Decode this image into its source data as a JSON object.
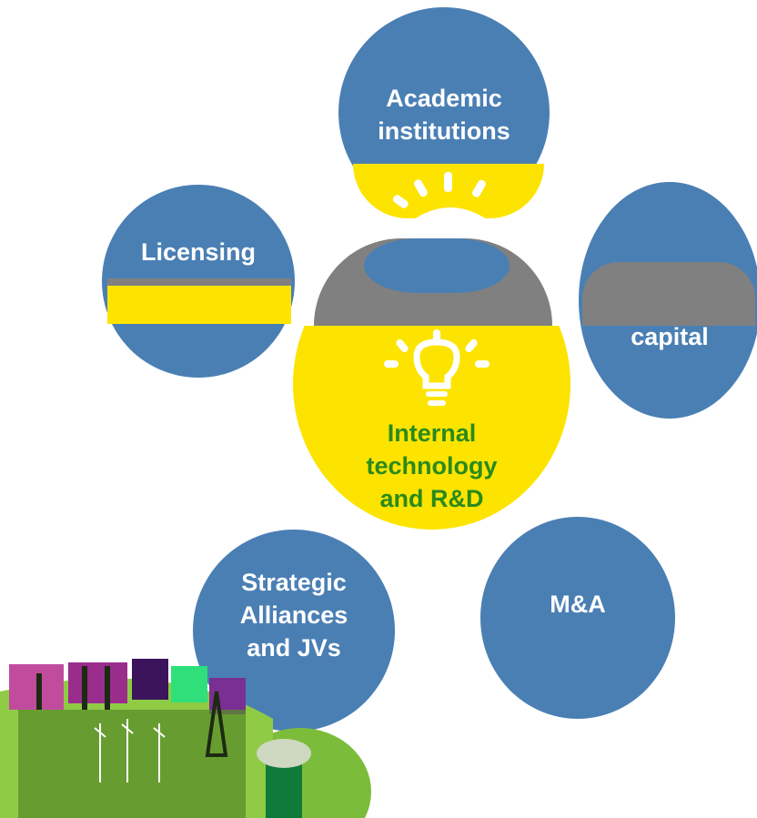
{
  "nodes": {
    "academic": "Academic\ninstitutions",
    "licensing": "Licensing",
    "venture": "capital",
    "center": "Internal\ntechnology\nand R&D",
    "strategic": "Strategic\nAlliances\nand JVs",
    "mna": "M&A"
  },
  "icons": [
    "lightbulb-icon",
    "sunrise-icon",
    "power-plant-illustration"
  ],
  "colors": {
    "blue": "#4a7fb4",
    "yellow": "#fce400",
    "green_text": "#2a8a1c",
    "grey": "#808080",
    "illustration_green": "#7bbd3a"
  }
}
